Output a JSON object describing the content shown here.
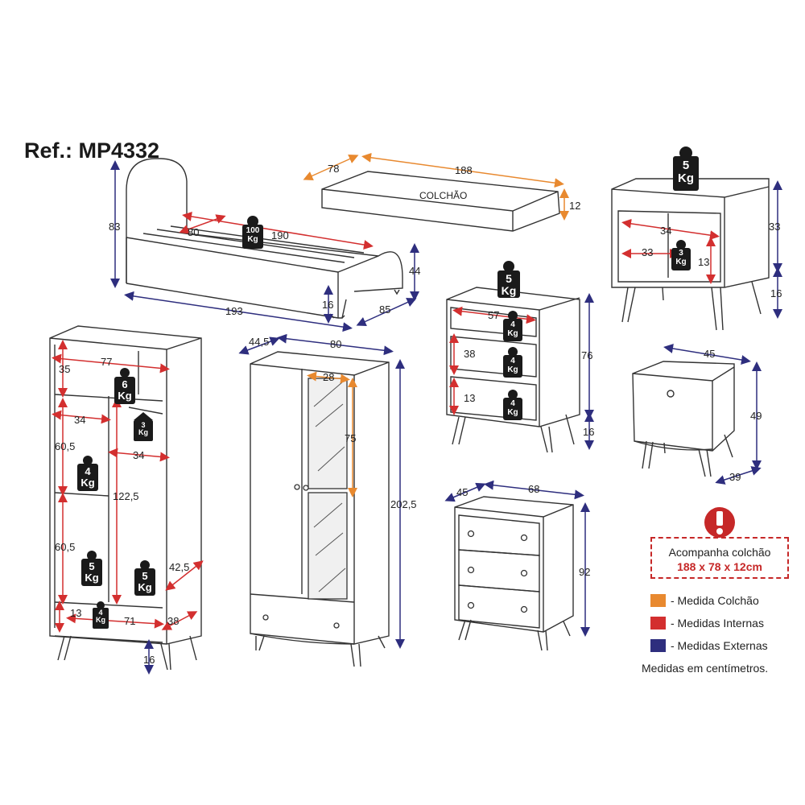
{
  "reference": "Ref.: MP4332",
  "colors": {
    "mattress": "#e8892f",
    "internal": "#d32f2f",
    "external": "#2e2e7e",
    "alert": "#c62828",
    "outline": "#333333",
    "weight_badge": "#1a1a1a"
  },
  "icons": [
    "alert-icon",
    "weight-badge-icon",
    "drawer-knob-icon"
  ],
  "bed": {
    "dim_height": "83",
    "dim_length": "193",
    "dim_depth": "85",
    "dim_inner_width": "80",
    "dim_inner_length": "190",
    "dim_side_height": "44",
    "dim_leg": "16",
    "weight": "100\nKg"
  },
  "mattress": {
    "label": "COLCHÃO",
    "dim_depth": "78",
    "dim_length": "188",
    "dim_thickness": "12"
  },
  "nightstand_open": {
    "weight_top": "5\nKg",
    "dim_height": "33",
    "dim_leg": "16",
    "dim_inner_width": "34",
    "dim_inner_depth": "33",
    "dim_inner_height": "13",
    "weight_inner": "3\nKg"
  },
  "nightstand_closed": {
    "dim_width": "45",
    "dim_height": "49",
    "dim_depth": "39"
  },
  "dresser": {
    "weight_top": "5\nKg",
    "dim_inner_width": "57",
    "dim_shelf_1": "38",
    "dim_shelf_2": "13",
    "dim_height": "76",
    "dim_leg": "16",
    "weight_shelf_1": "4\nKg",
    "weight_shelf_2": "4\nKg",
    "weight_shelf_3": "4\nKg"
  },
  "chest": {
    "dim_depth": "45",
    "dim_width": "68",
    "dim_height": "92"
  },
  "wardrobe_interior": {
    "dim_width": "77",
    "dim_top": "35",
    "dim_left_width": "34",
    "dim_right_width": "34",
    "dim_shelf_1": "60,5",
    "dim_shelf_2": "60,5",
    "dim_hanging": "122,5",
    "dim_side": "42,5",
    "dim_drawer_height": "13",
    "dim_drawer_width": "71",
    "dim_drawer_depth": "38",
    "dim_leg": "16",
    "weight_top_shelf": "6\nKg",
    "weight_rod": "3\nKg",
    "weight_shelf": "4\nKg",
    "weight_bottom_left": "5\nKg",
    "weight_bottom_right": "5\nKg",
    "weight_drawer": "4\nKg"
  },
  "wardrobe": {
    "dim_depth": "44,5",
    "dim_width": "80",
    "dim_mirror_width": "28",
    "dim_mirror_height": "75",
    "dim_height": "202,5"
  },
  "notice": {
    "line1": "Acompanha colchão",
    "line2": "188 x 78 x 12cm"
  },
  "legend": [
    {
      "label": "- Medida Colchão",
      "color": "#e8892f"
    },
    {
      "label": "- Medidas Internas",
      "color": "#d32f2f"
    },
    {
      "label": "- Medidas Externas",
      "color": "#2e2e7e"
    }
  ],
  "units_note": "Medidas em centímetros."
}
